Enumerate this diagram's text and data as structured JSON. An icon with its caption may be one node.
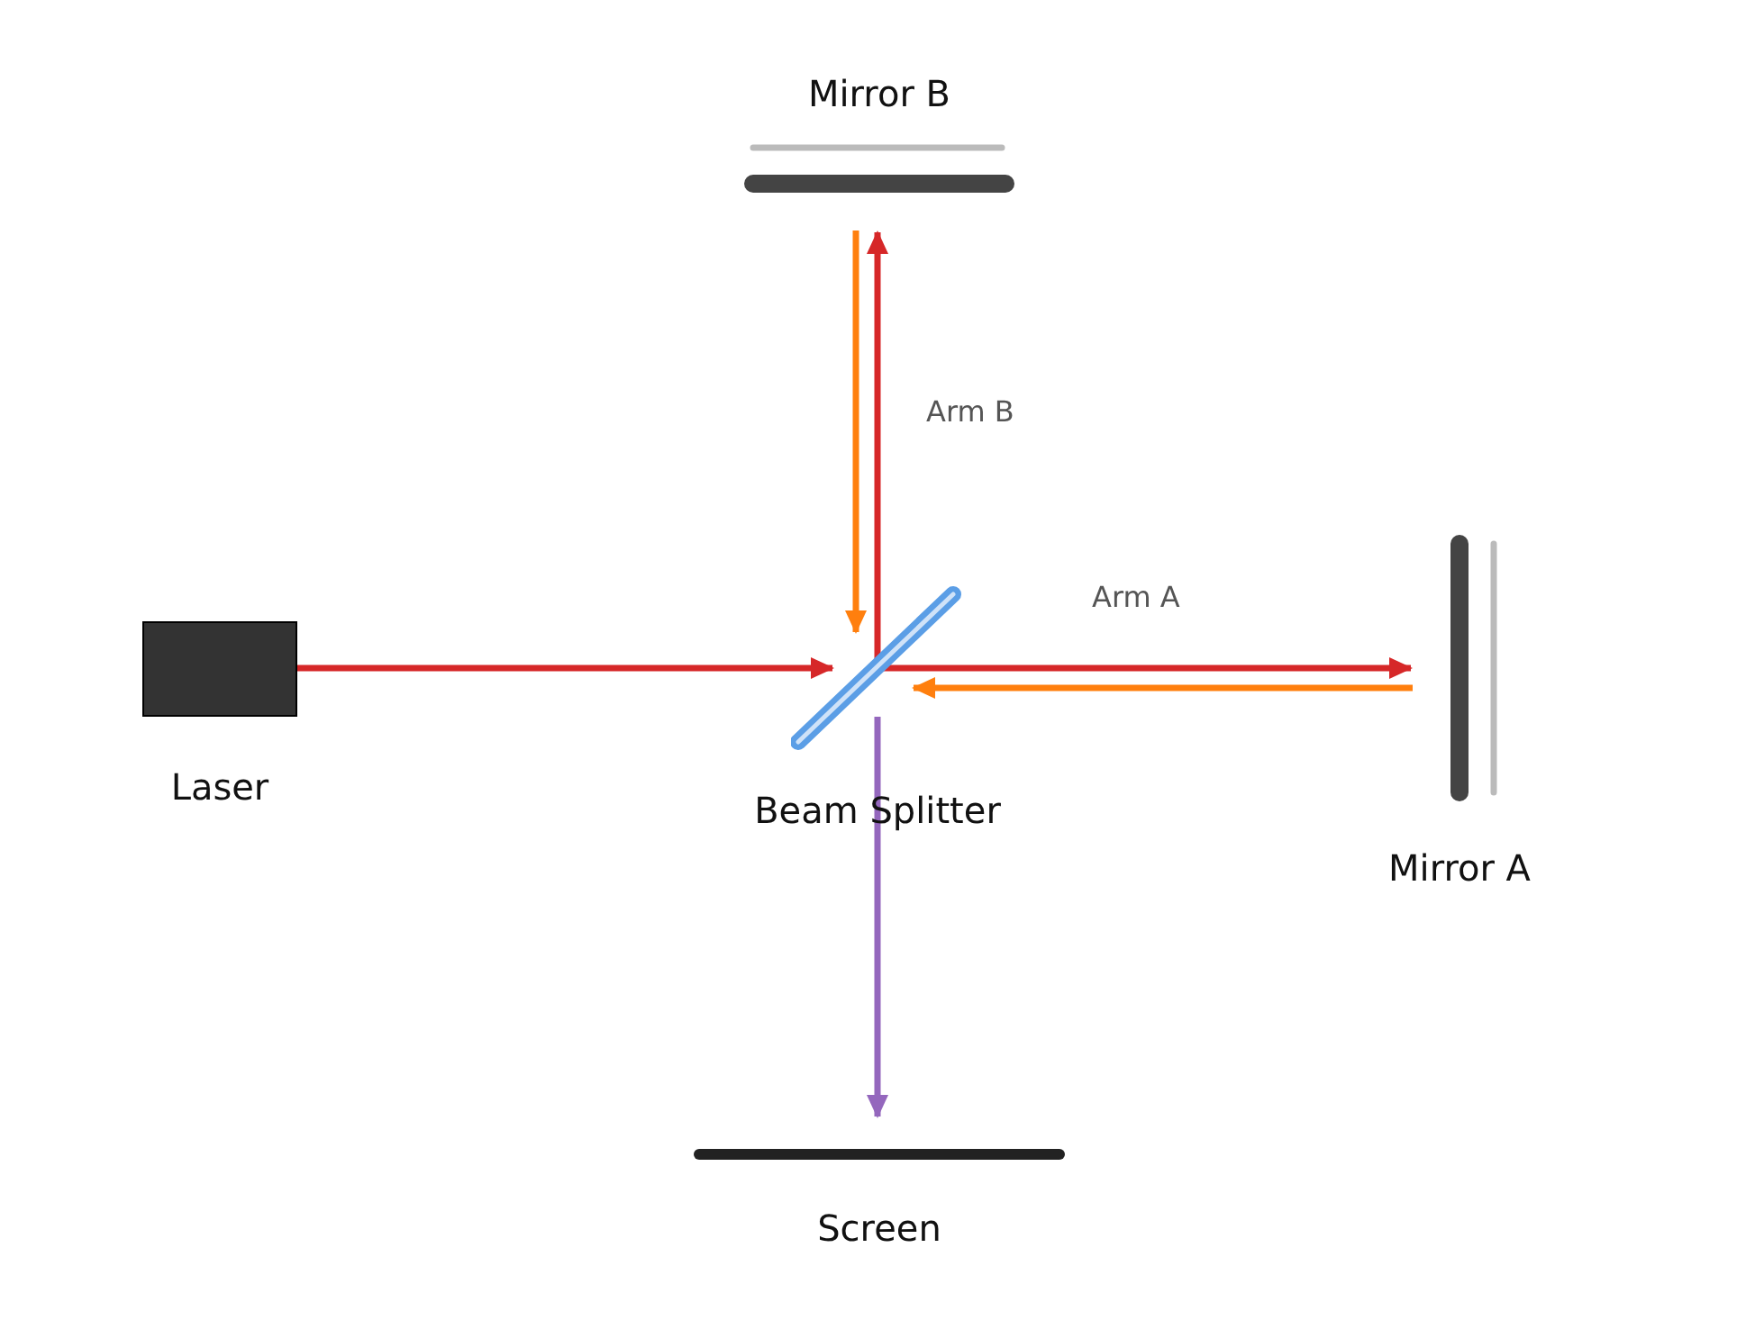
{
  "diagram": {
    "nodes": [
      {
        "text": [
          "Laser"
        ]
      },
      {
        "text": [
          "Beam Splitter"
        ]
      },
      {
        "text": [
          "Mirror A"
        ]
      },
      {
        "text": [
          "Mirror B"
        ]
      },
      {
        "text": [
          "Screen"
        ]
      }
    ],
    "edges": [
      {
        "from": 0,
        "to": 1,
        "arrow": "to"
      },
      {
        "from": 1,
        "to": 2,
        "arrow": "to"
      },
      {
        "from": 2,
        "to": 1,
        "arrow": "to",
        "color": "#ff7f0e"
      },
      {
        "from": 1,
        "to": 3,
        "arrow": "to"
      },
      {
        "from": 3,
        "to": 1,
        "arrow": "to",
        "color": "#ff7f0e"
      },
      {
        "from": 1,
        "to": 4,
        "arrow": "to",
        "color": "#9467bd"
      }
    ],
    "labels": [
      "Arm B",
      "Arm A"
    ]
  }
}
